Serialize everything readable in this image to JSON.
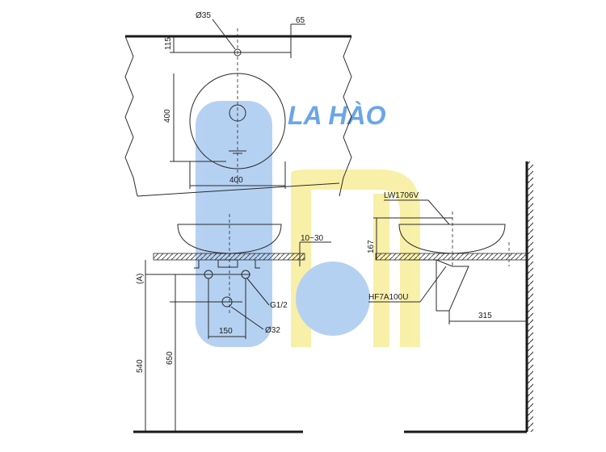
{
  "dimensions": {
    "top_diameter": "Ø35",
    "top_offset": "65",
    "top_gap": "115",
    "bowl_depth": "400",
    "bowl_width": "400",
    "model_basin": "LW1706V",
    "faucet_range": "10~30",
    "basin_height": "167",
    "model_trap": "HF7A100U",
    "wall_offset": "315",
    "label_a": "(A)",
    "thread": "G1/2",
    "pipe_diameter": "Ø32",
    "valve_spacing": "150",
    "height_540": "540",
    "height_650": "650"
  },
  "watermark": {
    "brand": "LA HÀO",
    "logo_color": "#6aa6e6",
    "accent_color": "#f4e47a"
  }
}
